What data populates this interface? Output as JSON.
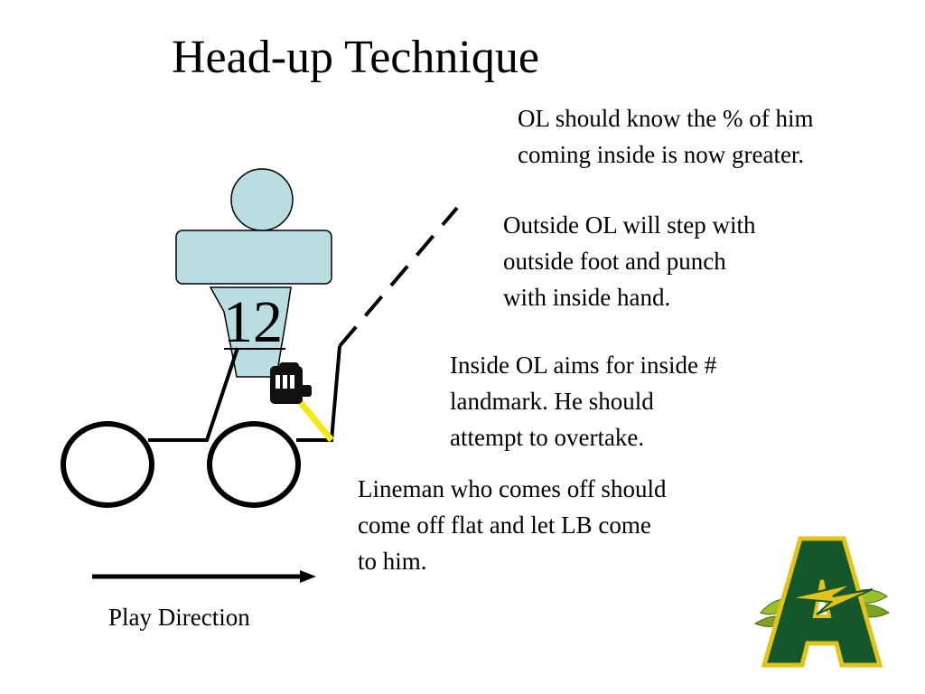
{
  "slide": {
    "title": "Head-up Technique",
    "notes": [
      "OL should know the % of him\ncoming inside is now greater.",
      "Outside OL will step with\noutside foot and punch\nwith inside hand.",
      "Inside OL aims for inside #\nlandmark.  He should\nattempt to overtake.",
      "Lineman who comes off should\ncome off flat and let LB come\nto him."
    ],
    "diagram": {
      "player_number": "12",
      "direction_label": "Play Direction",
      "icons": [
        "dummy-figure-icon",
        "fist-icon",
        "offensive-lineman-circle-icon",
        "direction-arrow-icon"
      ]
    },
    "logo": {
      "letter": "A",
      "colors": {
        "green": "#14572b",
        "gold": "#e3c21a",
        "leaf": "#9bbf2a"
      }
    },
    "colors": {
      "dummy_fill": "#b9dde0",
      "highlight": "#f2ea16"
    }
  }
}
